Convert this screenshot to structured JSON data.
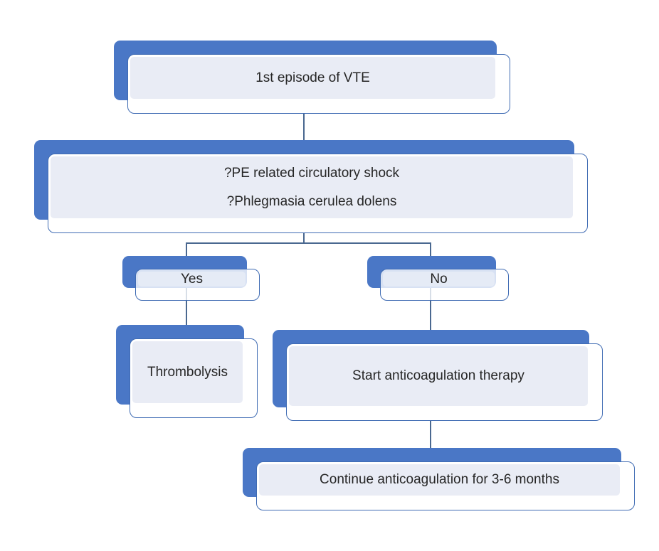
{
  "colors": {
    "accent": "#4a77c6",
    "node-border": "#3f6bb3",
    "node-fill": "#e9ecf5",
    "connector": "#4a6890",
    "text": "#262626",
    "background": "#ffffff"
  },
  "nodes": {
    "vte": {
      "label": "1st episode of VTE"
    },
    "decision": {
      "line1": "?PE related circulatory shock",
      "line2": "?Phlegmasia cerulea dolens"
    },
    "yes": {
      "label": "Yes"
    },
    "no": {
      "label": "No"
    },
    "thrombolysis": {
      "label": "Thrombolysis"
    },
    "start_anticoagulation": {
      "label": "Start anticoagulation therapy"
    },
    "continue_anticoagulation": {
      "label": "Continue anticoagulation for 3-6 months"
    }
  },
  "edges": [
    {
      "from": "vte",
      "to": "decision"
    },
    {
      "from": "decision",
      "to": "yes"
    },
    {
      "from": "decision",
      "to": "no"
    },
    {
      "from": "yes",
      "to": "thrombolysis"
    },
    {
      "from": "no",
      "to": "start_anticoagulation"
    },
    {
      "from": "start_anticoagulation",
      "to": "continue_anticoagulation"
    }
  ]
}
